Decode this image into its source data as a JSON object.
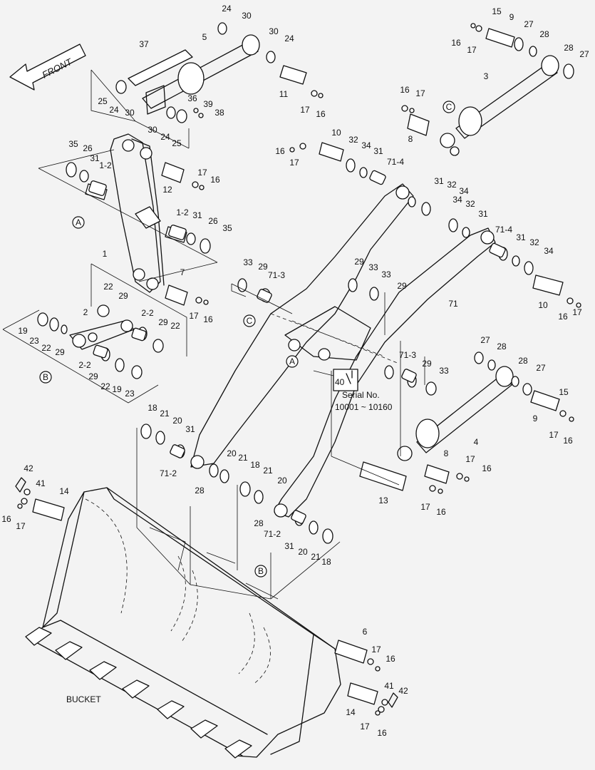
{
  "diagram": {
    "front_label": "FRONT",
    "bucket_label": "BUCKET",
    "serial_box": {
      "callout": "40",
      "line1": "Serial No.",
      "line2": "10001 ~ 10160"
    },
    "detail_markers": [
      "A",
      "A",
      "B",
      "B",
      "C",
      "C"
    ],
    "callouts": [
      "24",
      "30",
      "5",
      "30",
      "24",
      "37",
      "11",
      "17",
      "16",
      "25",
      "24",
      "30",
      "36",
      "39",
      "38",
      "30",
      "24",
      "25",
      "15",
      "9",
      "27",
      "28",
      "28",
      "27",
      "16",
      "17",
      "3",
      "16",
      "17",
      "8",
      "10",
      "16",
      "17",
      "32",
      "34",
      "31",
      "71-4",
      "35",
      "26",
      "31",
      "1-2",
      "17",
      "16",
      "12",
      "1-2",
      "31",
      "26",
      "35",
      "1",
      "31",
      "32",
      "34",
      "34",
      "32",
      "31",
      "71-4",
      "31",
      "32",
      "34",
      "33",
      "29",
      "71-3",
      "29",
      "33",
      "33",
      "29",
      "10",
      "16",
      "17",
      "7",
      "17",
      "16",
      "22",
      "29",
      "2",
      "2-2",
      "29",
      "22",
      "19",
      "23",
      "22",
      "29",
      "71",
      "2-2",
      "29",
      "22",
      "19",
      "23",
      "27",
      "28",
      "28",
      "27",
      "71-3",
      "29",
      "33",
      "15",
      "9",
      "17",
      "16",
      "4",
      "18",
      "21",
      "20",
      "31",
      "71-2",
      "8",
      "17",
      "16",
      "13",
      "17",
      "16",
      "20",
      "21",
      "18",
      "21",
      "20",
      "28",
      "28",
      "42",
      "41",
      "14",
      "16",
      "17",
      "71-2",
      "31",
      "20",
      "21",
      "18",
      "6",
      "17",
      "16",
      "41",
      "42",
      "14",
      "17",
      "16"
    ]
  }
}
